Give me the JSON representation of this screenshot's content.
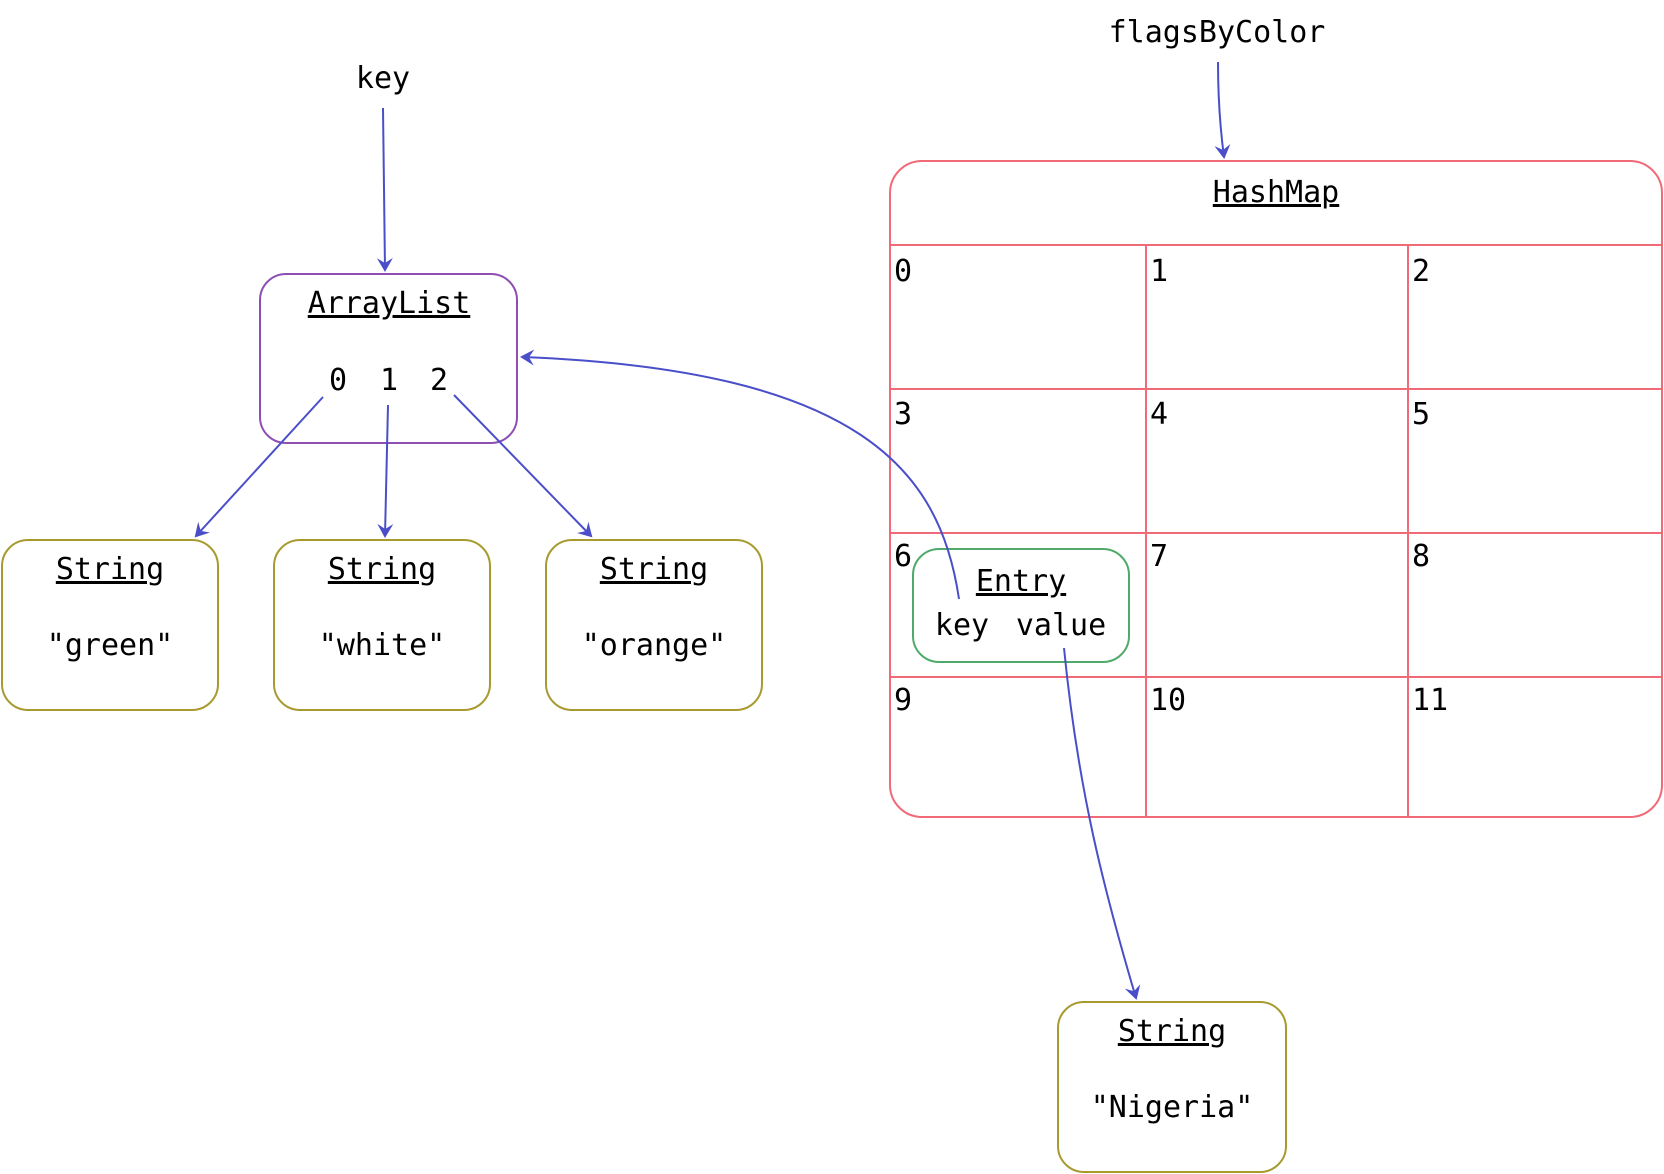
{
  "colors": {
    "arrow": "#4a4fc9",
    "arraylist_border": "#8e4fb3",
    "string_border": "#a89a2e",
    "hashmap_border": "#f06a78",
    "entry_border": "#4faa6a",
    "text": "#000000",
    "background": "#ffffff"
  },
  "variables": {
    "key": "key",
    "flags_by_color": "flagsByColor"
  },
  "arraylist": {
    "title": "ArrayList",
    "indices": [
      "0",
      "1",
      "2"
    ]
  },
  "strings": [
    {
      "title": "String",
      "value": "\"green\""
    },
    {
      "title": "String",
      "value": "\"white\""
    },
    {
      "title": "String",
      "value": "\"orange\""
    }
  ],
  "hashmap": {
    "title": "HashMap",
    "buckets": [
      "0",
      "1",
      "2",
      "3",
      "4",
      "5",
      "6",
      "7",
      "8",
      "9",
      "10",
      "11"
    ]
  },
  "entry": {
    "title": "Entry",
    "key_label": "key",
    "value_label": "value"
  },
  "value_string": {
    "title": "String",
    "value": "\"Nigeria\""
  }
}
